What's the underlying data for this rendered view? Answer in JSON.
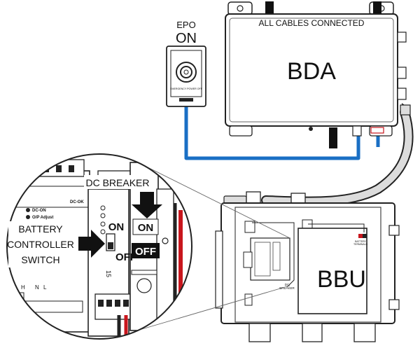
{
  "epo": {
    "title": "EPO",
    "state": "ON",
    "plate_text": "EMERGENCY POWER OFF"
  },
  "bda": {
    "banner": "ALL CABLES CONNECTED",
    "name": "BDA"
  },
  "bbu": {
    "name": "BBU",
    "dc_breaker_small": "DC\nBREAKER",
    "battery_terminals": "BATTERY\nTERMINALS"
  },
  "zoom": {
    "dc_breaker_label": "DC BREAKER",
    "breaker_on": "ON",
    "breaker_off": "OFF",
    "switch_on": "ON",
    "switch_off": "OFF",
    "battery_controller_switch": [
      "BATTERY",
      "CONTROLLER",
      "SWITCH"
    ],
    "module_labels": [
      "DC-OK",
      "DC-ON",
      "O/P Adjust",
      "H",
      "N",
      "L",
      "15"
    ]
  },
  "colors": {
    "cable_blue": "#1a6fc4",
    "wire_red": "#c8161d",
    "outline": "#222222",
    "label_bg": "#ffffff"
  }
}
